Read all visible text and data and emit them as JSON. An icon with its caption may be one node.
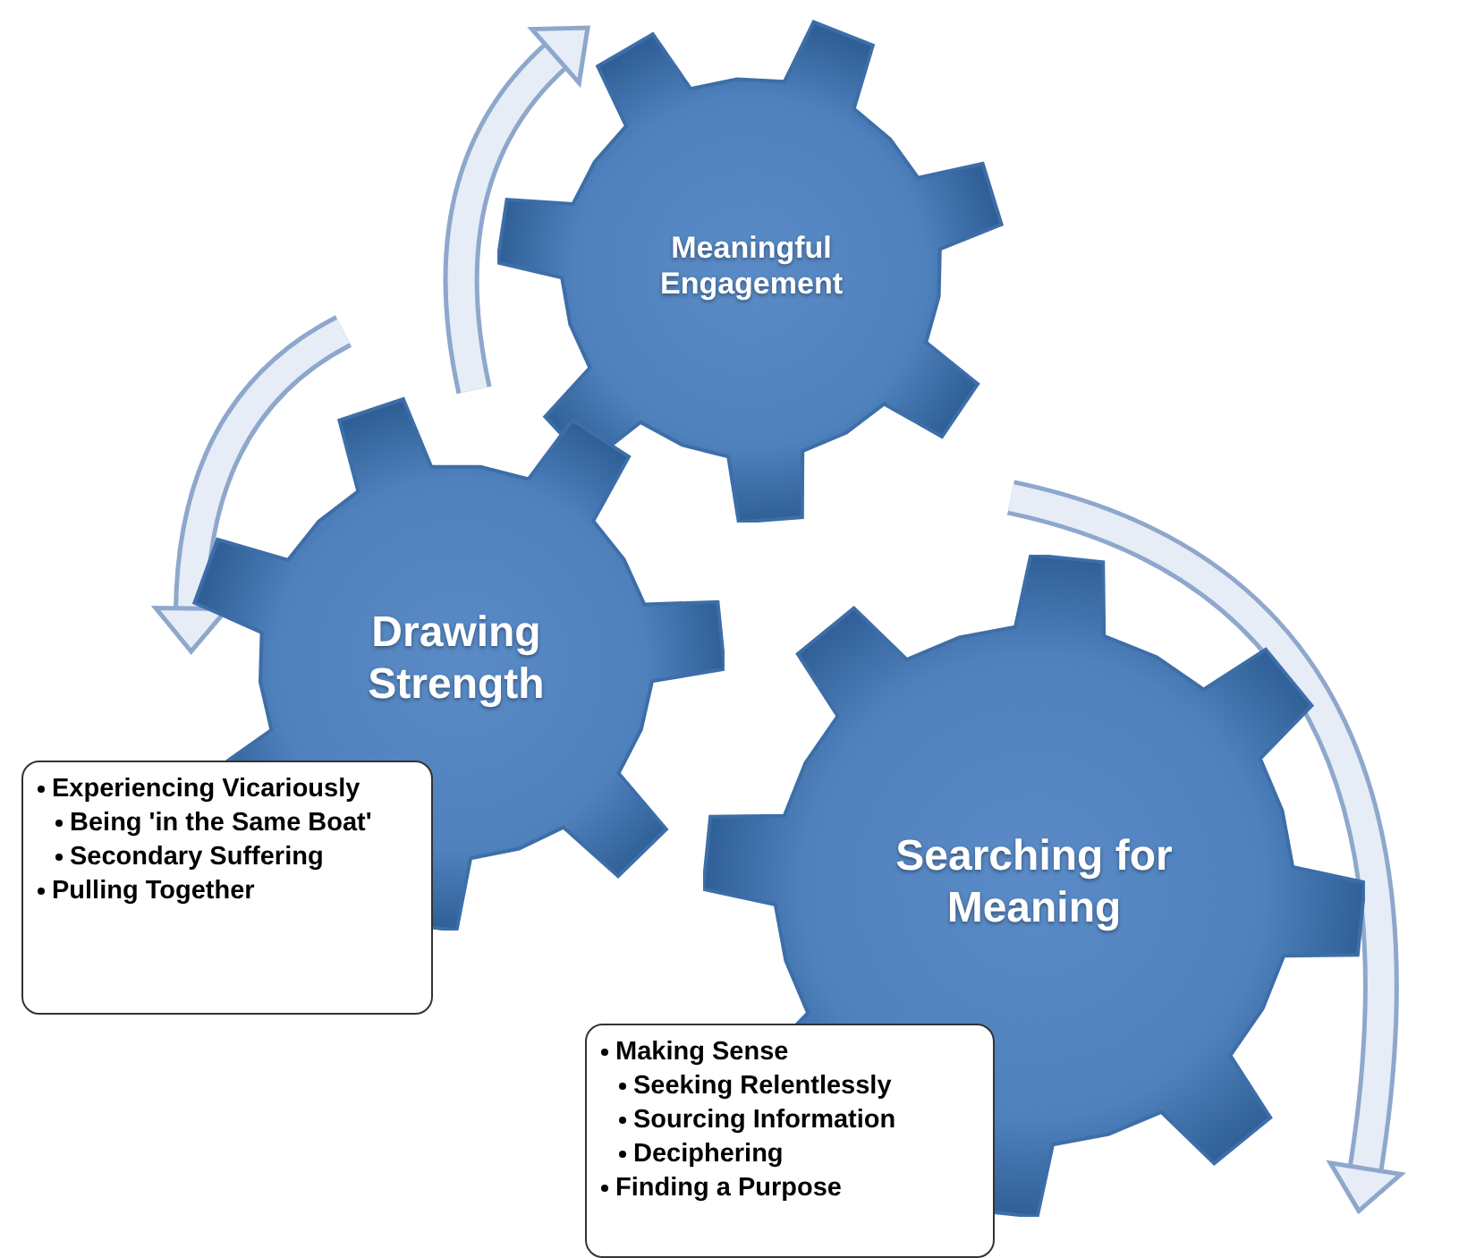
{
  "diagram": {
    "nodes": [
      {
        "text": [
          "Meaningful Engagement"
        ]
      },
      {
        "text": [
          "Drawing Strength"
        ]
      },
      {
        "text": [
          "Searching for Meaning"
        ]
      },
      {
        "text": [
          "Experiencing Vicariously",
          "Being 'in the Same Boat'",
          "Secondary Suffering",
          "Pulling Together"
        ]
      },
      {
        "text": [
          "Making Sense",
          "Seeking Relentlessly",
          "Sourcing Information",
          "Deciphering",
          "Finding a Purpose"
        ]
      }
    ],
    "edges": []
  }
}
